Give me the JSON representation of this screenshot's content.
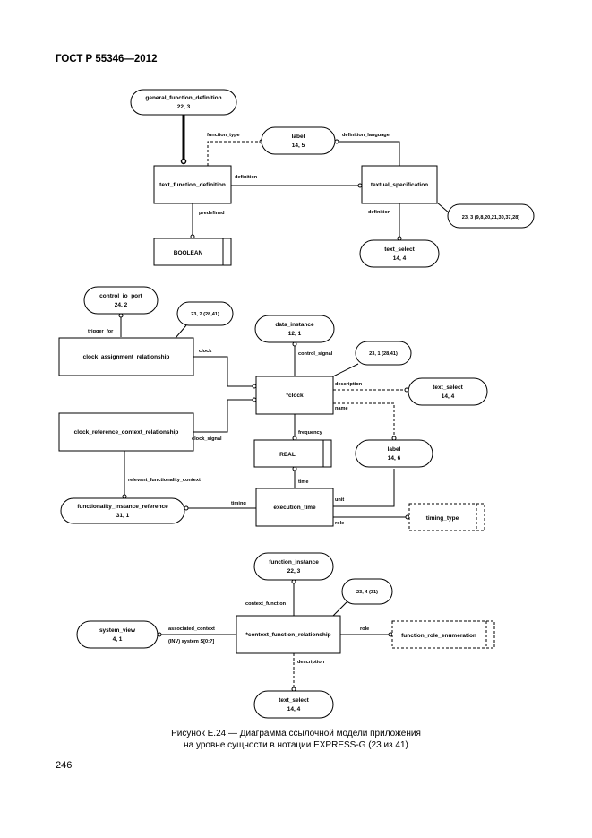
{
  "header": "ГОСТ Р 55346—2012",
  "page_number": "246",
  "caption": {
    "line1": "Рисунок Е.24 — Диаграмма ссылочной модели приложения",
    "line2": "на уровне сущности в нотации EXPRESS-G (23 из 41)"
  },
  "diagram1": {
    "gfd_name": "general_function_definition",
    "gfd_ref": "22, 3",
    "label1_name": "label",
    "label1_ref": "14, 5",
    "tfd": "text_function_definition",
    "ts": "textual_specification",
    "boolean": "BOOLEAN",
    "ts_name": "text_select",
    "ts_ref": "14, 4",
    "page_ref": "23, 3 (9,8,20,21,30,37,28)",
    "function_type": "function_type",
    "definition_language": "definition_language",
    "definition1": "definition",
    "definition2": "definition",
    "predefined": "predefined"
  },
  "diagram2": {
    "cis_name": "control_io_port",
    "cis_ref": "24, 2",
    "ref_a": "23, 2 (28,41)",
    "di_name": "data_instance",
    "di_ref": "12, 1",
    "ref_b": "23, 1 (28,41)",
    "car": "clock_assignment_relationship",
    "crcr": "clock_reference_context_relationship",
    "clock": "*clock",
    "real": "REAL",
    "ts_name": "text_select",
    "ts_ref": "14, 4",
    "label_name": "label",
    "label_ref": "14, 6",
    "fir_name": "functionality_instance_reference",
    "fir_ref": "31, 1",
    "exec_time": "execution_time",
    "timing_type": "timing_type",
    "trigger_for": "trigger_for",
    "clock_lbl": "clock",
    "control_signal": "control_signal",
    "description": "description",
    "name": "name",
    "clock_signal": "clock_signal",
    "frequency": "frequency",
    "time": "time",
    "relevant": "relevant_functionality_context",
    "timing": "timing",
    "unit": "unit",
    "role": "role"
  },
  "diagram3": {
    "fi_name": "function_instance",
    "fi_ref": "22, 3",
    "ref_c": "23, 4 (31)",
    "sv_name": "system_view",
    "sv_ref": "4, 1",
    "cfr": "*context_function_relationship",
    "fre": "function_role_enumeration",
    "ts_name": "text_select",
    "ts_ref": "14, 4",
    "context_function": "context_function",
    "associated_context": "associated_context",
    "inv": "(INV) system S[0:?]",
    "role": "role",
    "description": "description"
  }
}
